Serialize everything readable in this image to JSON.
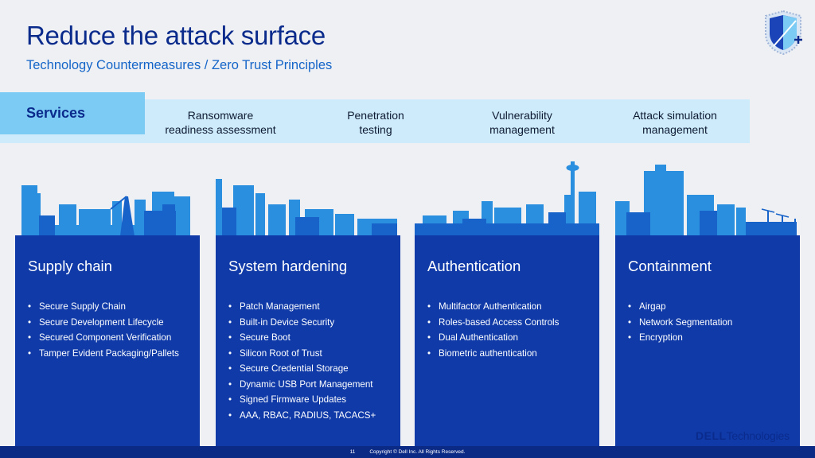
{
  "header": {
    "title": "Reduce the attack surface",
    "subtitle": "Technology Countermeasures / Zero Trust Principles"
  },
  "services": {
    "tab_label": "Services",
    "items": [
      {
        "line1": "Ransomware",
        "line2": "readiness assessment"
      },
      {
        "line1": "Penetration",
        "line2": "testing"
      },
      {
        "line1": "Vulnerability",
        "line2": "management"
      },
      {
        "line1": "Attack simulation",
        "line2": "management"
      }
    ]
  },
  "cards": [
    {
      "title": "Supply chain",
      "items": [
        "Secure Supply Chain",
        "Secure Development Lifecycle",
        "Secured Component Verification",
        "Tamper Evident Packaging/Pallets"
      ]
    },
    {
      "title": "System hardening",
      "items": [
        "Patch Management",
        "Built-in Device Security",
        "Secure Boot",
        "Silicon Root of Trust",
        "Secure Credential Storage",
        "Dynamic USB Port Management",
        "Signed Firmware Updates",
        "AAA, RBAC, RADIUS, TACACS+"
      ]
    },
    {
      "title": "Authentication",
      "items": [
        "Multifactor Authentication",
        "Roles-based Access Controls",
        "Dual Authentication",
        "Biometric authentication"
      ]
    },
    {
      "title": "Containment",
      "items": [
        "Airgap",
        "Network Segmentation",
        "Encryption"
      ]
    }
  ],
  "footer": {
    "page_number": "11",
    "copyright": "Copyright © Dell Inc. All Rights Reserved."
  },
  "logo": {
    "brand": "DELL",
    "suffix": "Technologies"
  },
  "colors": {
    "title": "#0b2b8c",
    "subtitle": "#1565c9",
    "card": "#0f3aa8",
    "services_tab": "#7ccbf5",
    "services_band": "#cdebfa"
  },
  "icons": [
    "shield-icon",
    "skyline-illustration"
  ]
}
